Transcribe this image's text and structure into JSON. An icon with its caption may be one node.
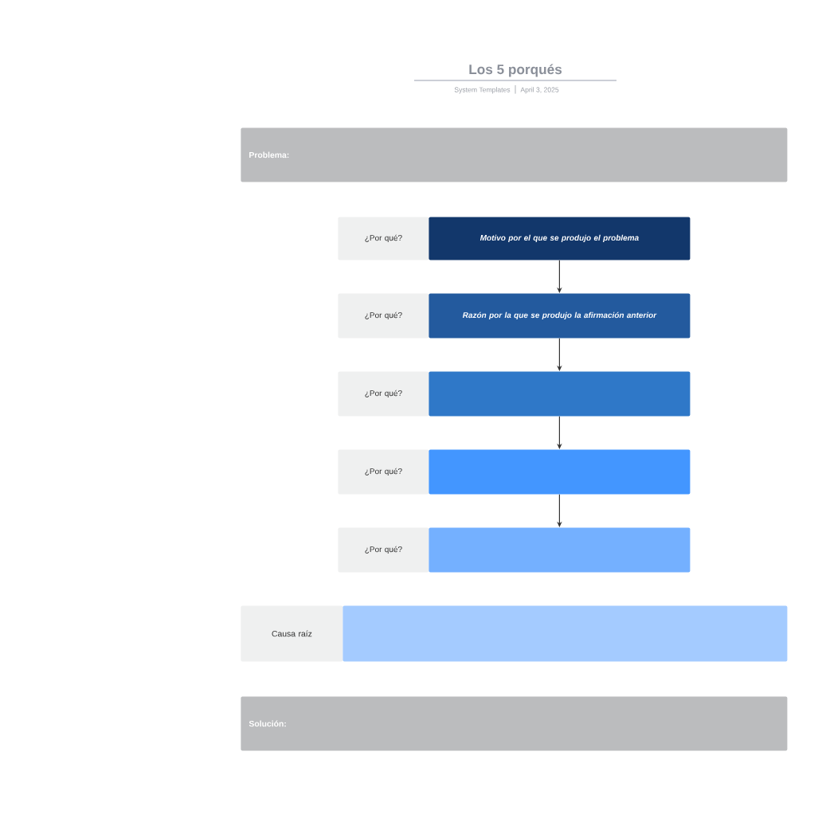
{
  "diagram": {
    "title": "Los 5 porqués",
    "nodes": [
      {
        "text": [
          "Problema:"
        ]
      },
      {
        "text": [
          "¿Por qué?"
        ]
      },
      {
        "text": [
          "Motivo por el que se produjo el problema"
        ]
      },
      {
        "text": [
          "¿Por qué?"
        ]
      },
      {
        "text": [
          "Razón por la que se produjo la afirmación anterior"
        ]
      },
      {
        "text": [
          "¿Por qué?"
        ]
      },
      {
        "text": [],
        "shape": "box"
      },
      {
        "text": [
          "¿Por qué?"
        ]
      },
      {
        "text": [],
        "shape": "box"
      },
      {
        "text": [
          "¿Por qué?"
        ]
      },
      {
        "text": [],
        "shape": "box"
      },
      {
        "text": [
          "Causa raíz"
        ]
      },
      {
        "text": [],
        "shape": "box"
      },
      {
        "text": [
          "Solución:"
        ]
      }
    ],
    "edges": [
      {
        "from": 2,
        "to": 4,
        "arrow": "to"
      },
      {
        "from": 4,
        "to": 6,
        "arrow": "to"
      },
      {
        "from": 6,
        "to": 8,
        "arrow": "to"
      },
      {
        "from": 8,
        "to": 10,
        "arrow": "to"
      }
    ],
    "labels": [
      "System Templates",
      "April 3, 2025"
    ]
  }
}
